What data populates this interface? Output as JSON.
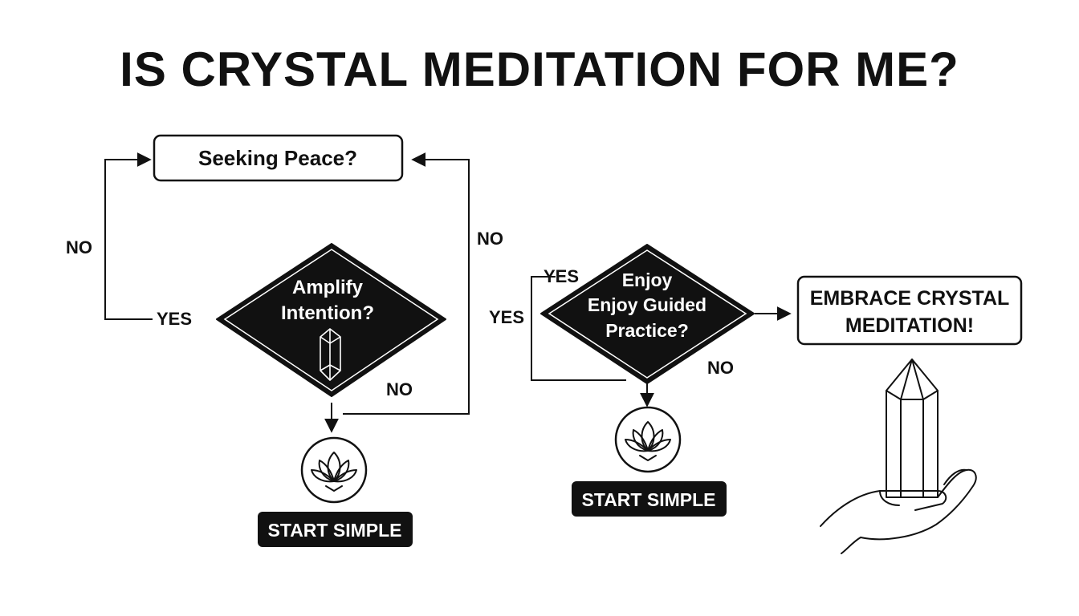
{
  "title": "IS CRYSTAL MEDITATION FOR ME?",
  "nodes": {
    "seeking_peace": "Seeking Peace?",
    "amplify_intention": [
      "Amplify",
      "Intention?"
    ],
    "enjoy_guided": [
      "Enjoy",
      "Enjoy Guided",
      "Practice?"
    ],
    "embrace": [
      "EMBRACE CRYSTAL",
      "MEDITATION!"
    ],
    "start_simple_left": "START SIMPLE",
    "start_simple_right": "START SIMPLE"
  },
  "edges": {
    "no_left": "NO",
    "yes_left": "YES",
    "no_top_right": "NO",
    "no_amplify_bottom": "NO",
    "yes_enjoy_top": "YES",
    "yes_enjoy_left": "YES",
    "no_enjoy_bottom": "NO"
  },
  "icons": {
    "crystal": "crystal-icon",
    "lotus": "lotus-icon",
    "hand_crystal": "hand-holding-crystal-icon"
  },
  "colors": {
    "ink": "#111111",
    "background": "#ffffff"
  }
}
